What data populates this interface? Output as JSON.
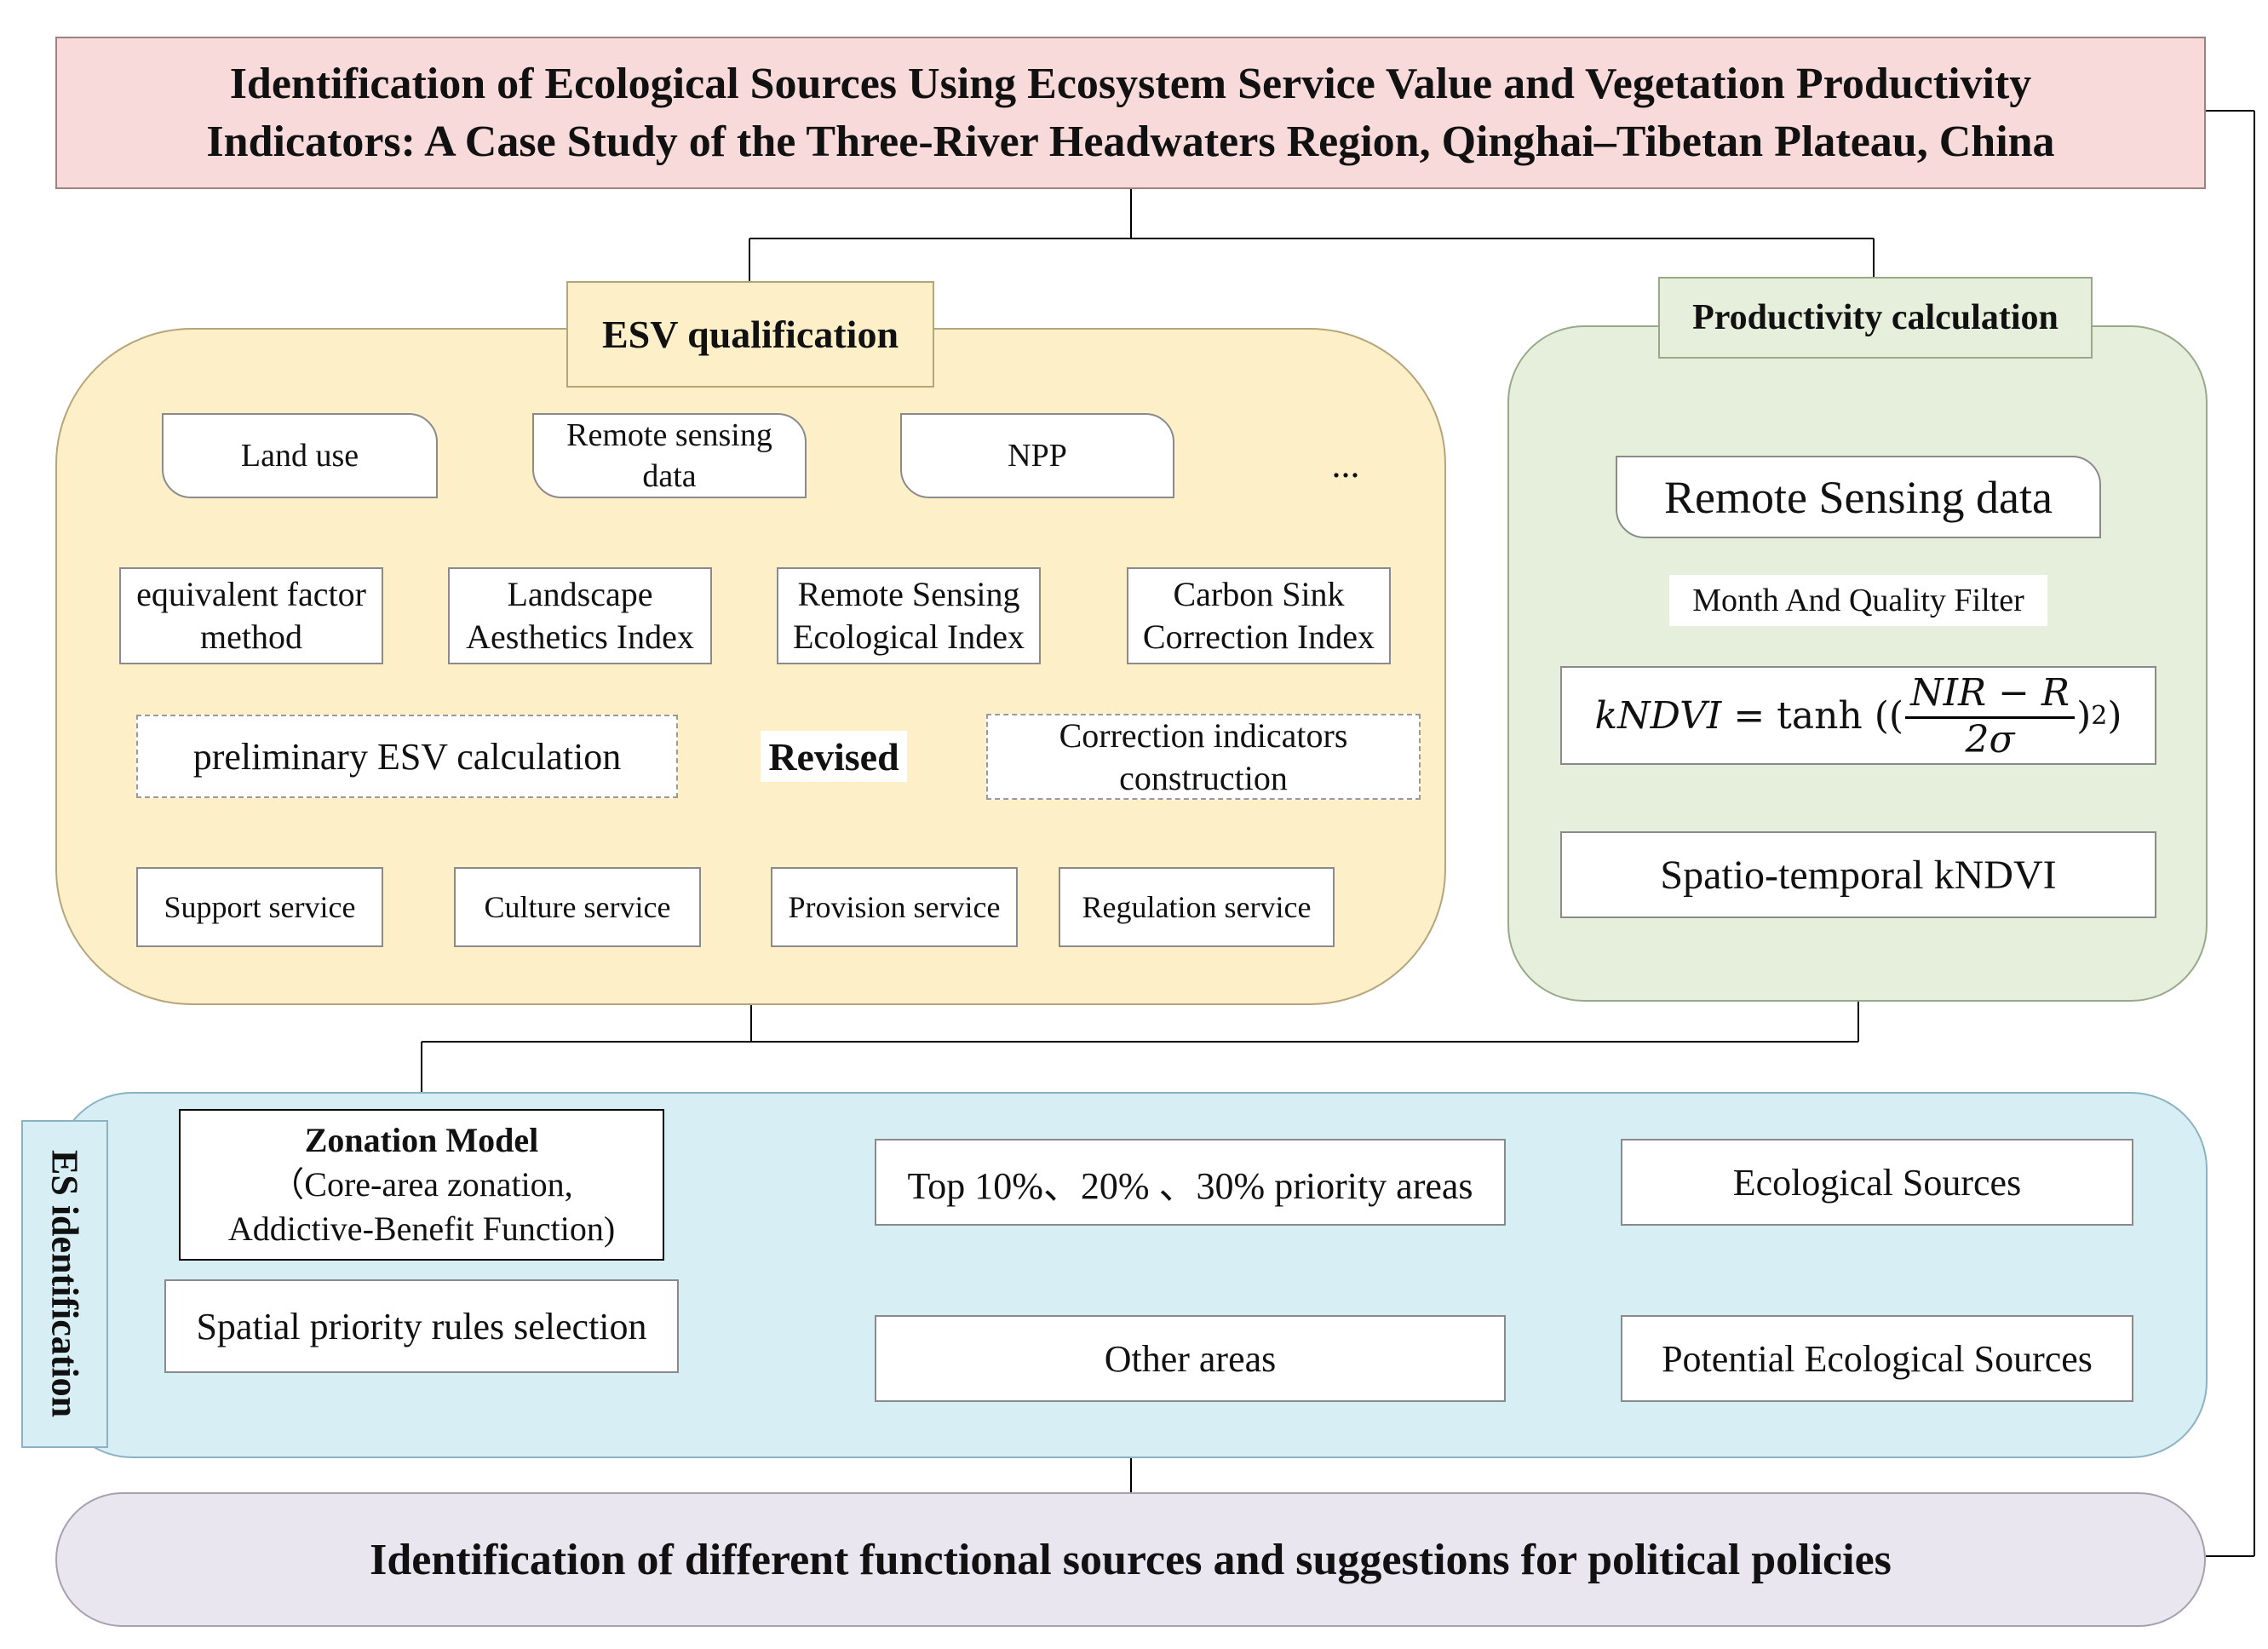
{
  "title": {
    "line1": "Identification of Ecological Sources Using Ecosystem Service Value and Vegetation Productivity",
    "line2": "Indicators: A Case Study of the Three-River Headwaters Region, Qinghai–Tibetan Plateau, China"
  },
  "esv": {
    "header": "ESV qualification",
    "inputs": {
      "land_use": "Land use",
      "remote_sensing_1": "Remote sensing",
      "remote_sensing_2": "data",
      "npp": "NPP",
      "ellipsis": "..."
    },
    "methods": {
      "equivalent_1": "equivalent factor",
      "equivalent_2": "method",
      "landscape_1": "Landscape",
      "landscape_2": "Aesthetics Index",
      "rsei_1": "Remote Sensing",
      "rsei_2": "Ecological Index",
      "carbon_1": "Carbon Sink",
      "carbon_2": "Correction Index"
    },
    "preliminary": "preliminary ESV calculation",
    "revised": "Revised",
    "correction_1": "Correction indicators",
    "correction_2": "construction",
    "services": {
      "support": "Support service",
      "culture": "Culture service",
      "provision": "Provision service",
      "regulation": "Regulation service"
    }
  },
  "productivity": {
    "header": "Productivity calculation",
    "rs_data": "Remote Sensing data",
    "filter": "Month And Quality Filter",
    "formula": {
      "lhs": "kNDVI",
      "eq": "= tanh ((",
      "num": "NIR − R",
      "den": "2σ",
      "tail": ")",
      "exp": "2",
      "close": ")"
    },
    "result": "Spatio-temporal kNDVI"
  },
  "es": {
    "side_label": "ES identification",
    "zonation_title": "Zonation Model",
    "zonation_line2": "（Core-area zonation,",
    "zonation_line3": "Addictive-Benefit Function)",
    "spatial": "Spatial priority rules selection",
    "top": "Top 10%、20% 、30% priority areas",
    "other": "Other areas",
    "ecological": "Ecological Sources",
    "potential": "Potential Ecological Sources"
  },
  "bottom": "Identification of different functional sources and suggestions for political policies",
  "colors": {
    "title_bg": "#f9dada",
    "esv_bg": "#fdefc8",
    "esv_header_bg": "#fdefc8",
    "prod_bg": "#e6eedc",
    "prod_header_bg": "#e6eedc",
    "es_bg": "#d8eef5",
    "bottom_bg": "#eae6ef",
    "line": "#000000"
  }
}
